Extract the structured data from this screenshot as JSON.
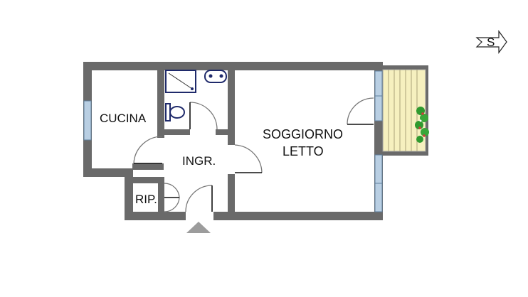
{
  "plan": {
    "rooms": {
      "kitchen": "CUCINA",
      "living_bedroom_line1": "SOGGIORNO",
      "living_bedroom_line2": "LETTO",
      "entrance": "INGR.",
      "storage": "RIP."
    },
    "compass": {
      "label": "S",
      "icon": "south-arrow-icon"
    },
    "entrance_marker": {
      "icon": "entrance-triangle-icon"
    },
    "colors": {
      "wall": "#6a6a6a",
      "window": "#b9cfe3",
      "balcony": "#f6f0bf",
      "fixtures": "#1f2a6b",
      "plants": "#2f9a2f"
    }
  }
}
